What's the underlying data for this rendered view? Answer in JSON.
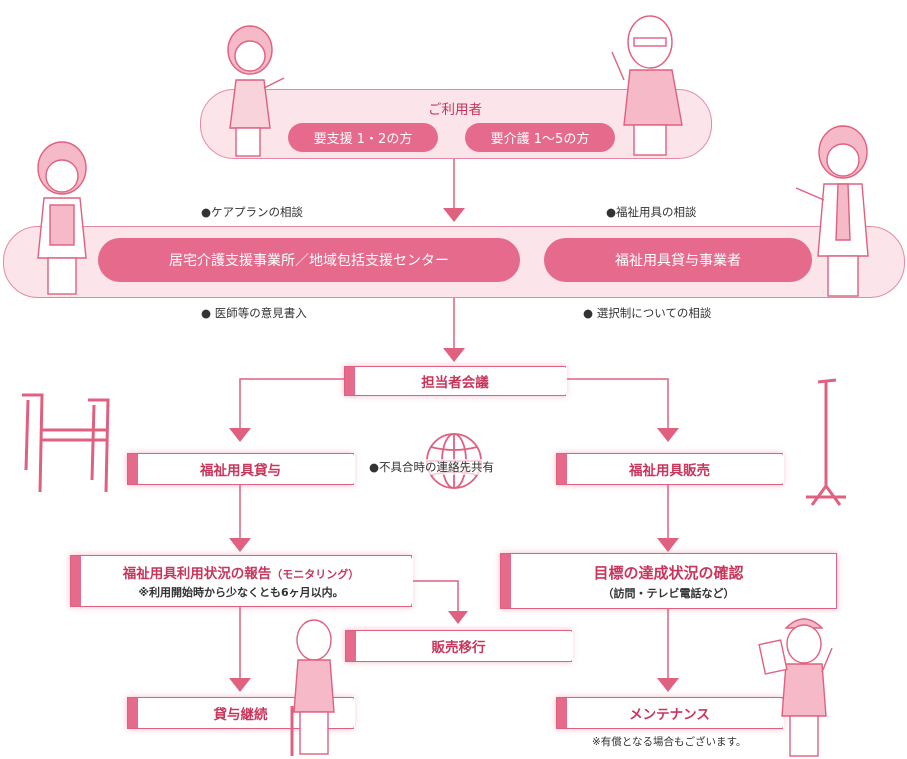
{
  "top": {
    "title": "ご利用者",
    "support": "要支援 1・2の方",
    "care": "要介護 1〜5の方"
  },
  "middle": {
    "left_org": "居宅介護支援事業所／地域包括支援センター",
    "right_org": "福祉用具貸与事業者",
    "note_careplan": "●ケアプランの相談",
    "note_equipment": "●福祉用具の相談",
    "note_doctor": "● 医師等の意見書入",
    "note_choice": "● 選択制についての相談"
  },
  "flow": {
    "meeting": "担当者会議",
    "rental": "福祉用具貸与",
    "sale": "福祉用具販売",
    "share_note": "●不具合時の連絡先共有",
    "monitor_title": "福祉用具利用状況の報告",
    "monitor_sub": "（モニタリング）",
    "monitor_note": "※利用開始時から少なくとも6ヶ月以内。",
    "goal_title": "目標の達成状況の確認",
    "goal_sub": "（訪問・テレビ電話など）",
    "transfer": "販売移行",
    "continue": "貸与継続",
    "maintenance": "メンテナンス",
    "maintenance_note": "※有償となる場合もございます。"
  },
  "colors": {
    "accent": "#e56a8c",
    "band": "#fbe4ea",
    "line": "#e0607f"
  }
}
